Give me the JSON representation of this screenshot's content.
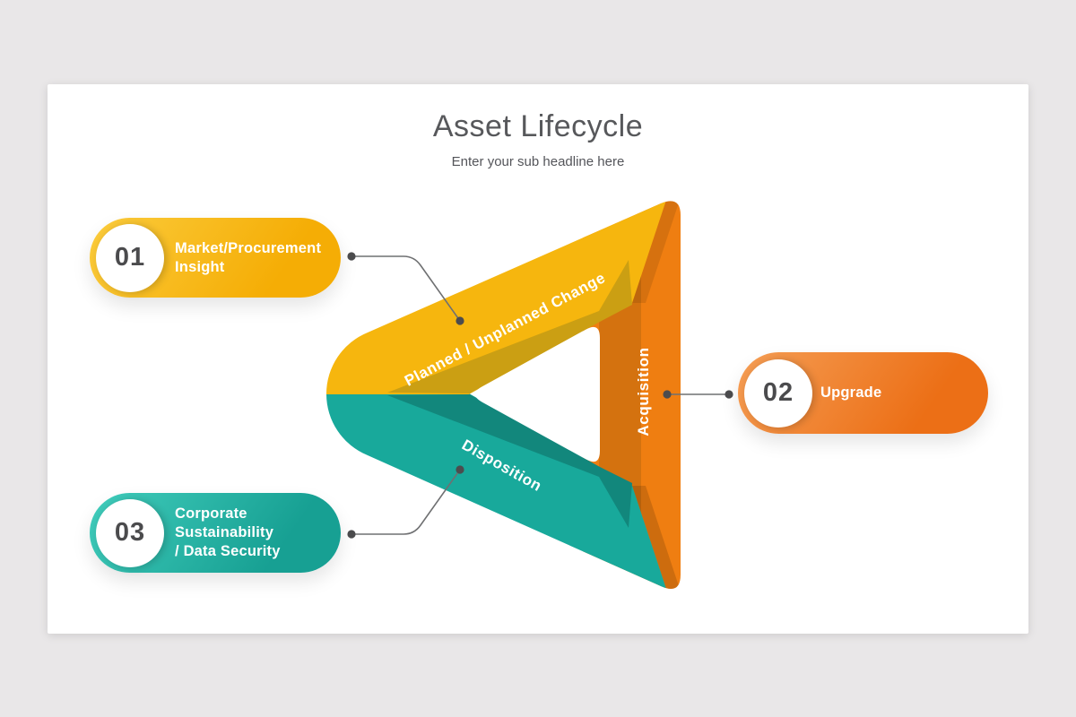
{
  "header": {
    "title": "Asset Lifecycle",
    "subtitle": "Enter your sub headline here"
  },
  "triangle": {
    "sides": [
      {
        "id": "change",
        "label": "Planned / Unplanned Change",
        "bright": "#F6B60E",
        "dark": "#CB9F13"
      },
      {
        "id": "acquisition",
        "label": "Acquisition",
        "bright": "#EF7E11",
        "dark": "#D4720F"
      },
      {
        "id": "disposition",
        "label": "Disposition",
        "bright": "#18A99B",
        "dark": "#12877C"
      }
    ],
    "hole_color": "#ffffff",
    "connector_color": "#6f7072",
    "dot_color": "#4c4c4e"
  },
  "pills": [
    {
      "number": "01",
      "line1": "Market/Procurement",
      "line2": "Insight",
      "from": "#FBCC3D",
      "to": "#F5AD05"
    },
    {
      "number": "02",
      "line1": "Upgrade",
      "line2": "",
      "from": "#F59E55",
      "to": "#EC6F16"
    },
    {
      "number": "03",
      "line1": "Corporate Sustainability",
      "line2": "/ Data Security",
      "from": "#41CDBC",
      "to": "#17A093"
    }
  ]
}
